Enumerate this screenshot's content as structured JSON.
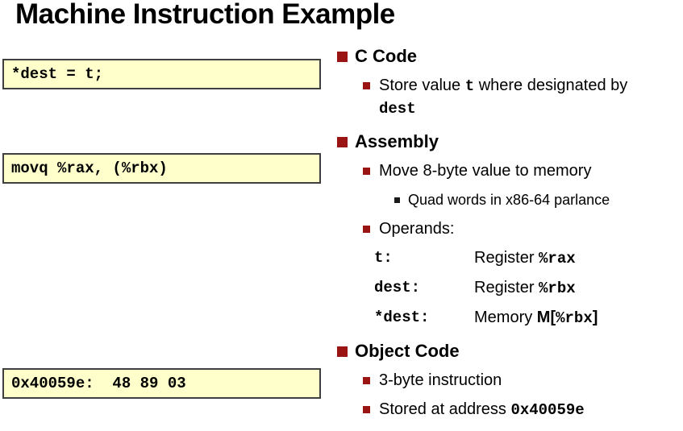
{
  "title": "Machine Instruction Example",
  "colors": {
    "accent": "#9B1414",
    "box_bg": "#FFFFCC",
    "box_border": "#3F3F3F",
    "level3_bullet": "#1A1A1A"
  },
  "code_boxes": [
    {
      "name": "c-code-box",
      "text": "*dest = t;"
    },
    {
      "name": "assembly-box",
      "text": "movq %rax, (%rbx)"
    },
    {
      "name": "object-code-box",
      "text": "0x40059e:  48 89 03"
    }
  ],
  "sections": [
    {
      "name": "c-code",
      "heading": "C Code",
      "bullets": [
        {
          "level": 2,
          "lines": [
            [
              {
                "t": "Store value "
              },
              {
                "t": "t",
                "mono": true
              },
              {
                "t": " where designated by"
              }
            ],
            [
              {
                "t": "dest",
                "mono": true
              }
            ]
          ]
        }
      ]
    },
    {
      "name": "assembly",
      "heading": "Assembly",
      "bullets": [
        {
          "level": 2,
          "lines": [
            [
              {
                "t": "Move 8-byte value to memory"
              }
            ]
          ]
        },
        {
          "level": 3,
          "lines": [
            [
              {
                "t": "Quad words in x86-64 parlance"
              }
            ]
          ]
        },
        {
          "level": 2,
          "lines": [
            [
              {
                "t": "Operands:"
              }
            ]
          ]
        },
        {
          "level": "operand",
          "label": "t:",
          "value": [
            {
              "t": "Register "
            },
            {
              "t": "%rax",
              "mono": true
            }
          ]
        },
        {
          "level": "operand",
          "label": "dest:",
          "value": [
            {
              "t": "Register "
            },
            {
              "t": "%rbx",
              "mono": true
            }
          ]
        },
        {
          "level": "operand",
          "label": "*dest:",
          "value": [
            {
              "t": "Memory "
            },
            {
              "t": "M[",
              "bold": true
            },
            {
              "t": "%rbx",
              "mono": true
            },
            {
              "t": "]",
              "bold": true
            }
          ]
        }
      ]
    },
    {
      "name": "object-code",
      "heading": "Object Code",
      "bullets": [
        {
          "level": 2,
          "lines": [
            [
              {
                "t": "3-byte instruction"
              }
            ]
          ]
        },
        {
          "level": 2,
          "lines": [
            [
              {
                "t": "Stored at address "
              },
              {
                "t": "0x40059e",
                "mono": true
              }
            ]
          ]
        }
      ]
    }
  ]
}
